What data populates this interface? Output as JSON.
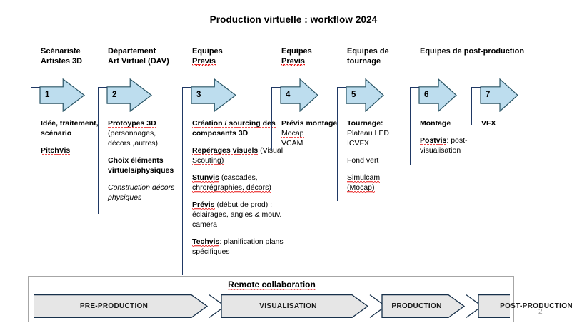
{
  "slide": {
    "title_plain": "Production virtuelle : ",
    "title_underlined": "workflow 2024",
    "page_number": "2"
  },
  "columns": [
    {
      "number": "1",
      "header": "Scénariste\nArtistes 3D",
      "header_squiggly": false,
      "blocks": [
        {
          "lines": [
            {
              "text": "Idée, traitement,",
              "style": "bold"
            },
            {
              "text": "scénario",
              "style": "bold"
            }
          ]
        },
        {
          "lines": [
            {
              "text": "PitchVis",
              "style": "bold-squiggly"
            }
          ]
        }
      ]
    },
    {
      "number": "2",
      "header": "Département\nArt Virtuel (DAV)",
      "header_squiggly": false,
      "blocks": [
        {
          "lines": [
            {
              "text": "Protoypes 3D",
              "style": "bold-squiggly"
            },
            {
              "text": "(personnages,",
              "style": "normal"
            },
            {
              "text": "décors ,autres)",
              "style": "normal"
            }
          ]
        },
        {
          "lines": [
            {
              "text": "Choix éléments",
              "style": "bold"
            },
            {
              "text": "virtuels/physiques",
              "style": "bold"
            }
          ]
        },
        {
          "lines": [
            {
              "text": "Construction décors",
              "style": "italic"
            },
            {
              "text": "physiques",
              "style": "italic"
            }
          ]
        }
      ]
    },
    {
      "number": "3",
      "header": "Equipes\nPrevis",
      "header_squiggly": true,
      "blocks": [
        {
          "lines": [
            {
              "text": "Création / sourcing des",
              "style": "bold-squiggly"
            },
            {
              "text": "composants 3D",
              "style": "bold"
            }
          ]
        },
        {
          "lines": [
            {
              "text": "Repérages visuels (Visual",
              "style": "bold-mixed"
            },
            {
              "text": "Scouting)",
              "style": "normal-squiggly"
            }
          ]
        },
        {
          "lines": [
            {
              "text": "Stunvis (cascades,",
              "style": "bold-mixed"
            },
            {
              "text": "chrorégraphies, décors)",
              "style": "normal-squiggly"
            }
          ]
        },
        {
          "lines": [
            {
              "text": "Prévis (début de prod) :",
              "style": "bold-mixed"
            },
            {
              "text": "éclairages, angles & mouv.",
              "style": "normal"
            },
            {
              "text": "caméra",
              "style": "normal"
            }
          ]
        },
        {
          "lines": [
            {
              "text": "Techvis: planification plans",
              "style": "bold-mixed"
            },
            {
              "text": "spécifiques",
              "style": "normal"
            }
          ]
        }
      ]
    },
    {
      "number": "4",
      "header": "Equipes\nPrevis",
      "header_squiggly": true,
      "blocks": [
        {
          "lines": [
            {
              "text": "Prévis montage",
              "style": "bold"
            },
            {
              "text": "Mocap",
              "style": "normal-squiggly"
            },
            {
              "text": "VCAM",
              "style": "normal"
            }
          ]
        }
      ]
    },
    {
      "number": "5",
      "header": "Equipes de\ntournage",
      "header_squiggly": false,
      "blocks": [
        {
          "lines": [
            {
              "text": "Tournage:",
              "style": "bold"
            },
            {
              "text": "Plateau LED",
              "style": "normal"
            },
            {
              "text": "ICVFX",
              "style": "normal"
            }
          ]
        },
        {
          "lines": [
            {
              "text": "Fond vert",
              "style": "normal"
            }
          ]
        },
        {
          "lines": [
            {
              "text": "Simulcam",
              "style": "normal-squiggly"
            },
            {
              "text": "(Mocap)",
              "style": "normal-squiggly"
            }
          ]
        }
      ]
    },
    {
      "number": "6",
      "header": "Equipes de post-production",
      "header_squiggly": false,
      "blocks": [
        {
          "lines": [
            {
              "text": "Montage",
              "style": "bold"
            }
          ]
        },
        {
          "lines": [
            {
              "text": "Postvis: post-",
              "style": "bold-mixed-squiggly"
            },
            {
              "text": "visualisation",
              "style": "normal"
            }
          ]
        }
      ]
    },
    {
      "number": "7",
      "header": "",
      "header_squiggly": false,
      "blocks": [
        {
          "lines": [
            {
              "text": "VFX",
              "style": "bold"
            }
          ]
        }
      ]
    }
  ],
  "bottom": {
    "remote_label": "Remote collaboration",
    "phases": [
      {
        "label": "PRE-PRODUCTION"
      },
      {
        "label": "VISUALISATION"
      },
      {
        "label": "PRODUCTION"
      },
      {
        "label": "POST-PRODUCTION"
      }
    ]
  },
  "colors": {
    "arrow_fill": "#bdddee",
    "arrow_stroke": "#2a5566",
    "connector": "#1f3864",
    "chevron_fill": "#e6e6e6",
    "chevron_stroke": "#17304a",
    "panel_border": "#a6a6a6",
    "squiggly": "#e81010",
    "page_number": "#9a9a9a"
  }
}
